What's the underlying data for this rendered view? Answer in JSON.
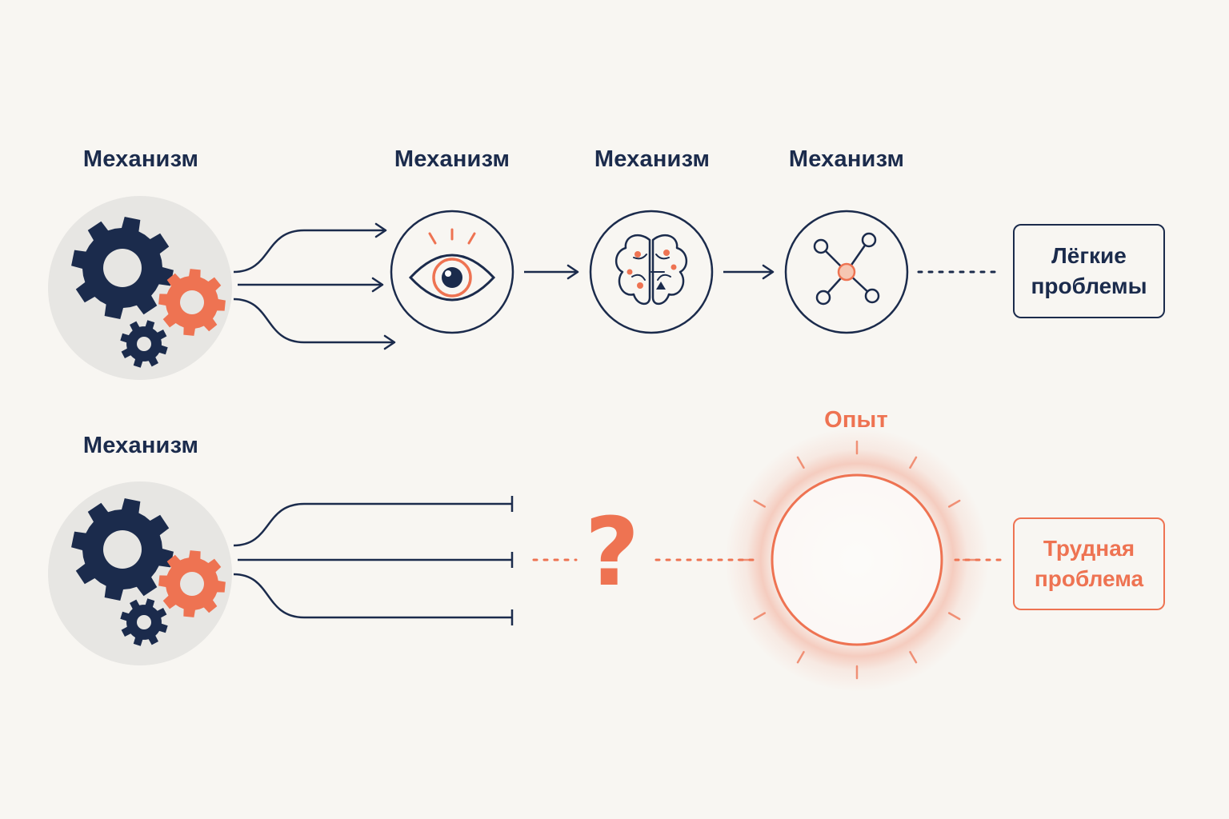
{
  "top_row": {
    "mechanism_label_1": "Механизм",
    "mechanism_label_2": "Механизм",
    "mechanism_label_3": "Механизм",
    "mechanism_label_4": "Механизм",
    "result_box": {
      "line1": "Лёгкие",
      "line2": "проблемы"
    },
    "icons": [
      "gears-icon",
      "eye-icon",
      "brain-icon",
      "network-icon"
    ]
  },
  "bottom_row": {
    "mechanism_label": "Механизм",
    "question_mark": "?",
    "experience_label": "Опыт",
    "result_box": {
      "line1": "Трудная",
      "line2": "проблема"
    },
    "icons": [
      "gears-icon",
      "glowing-circle-icon"
    ]
  },
  "colors": {
    "navy": "#1b2b4c",
    "accent": "#ee7352",
    "background": "#f8f6f2",
    "gear_bg": "#e7e6e3"
  }
}
